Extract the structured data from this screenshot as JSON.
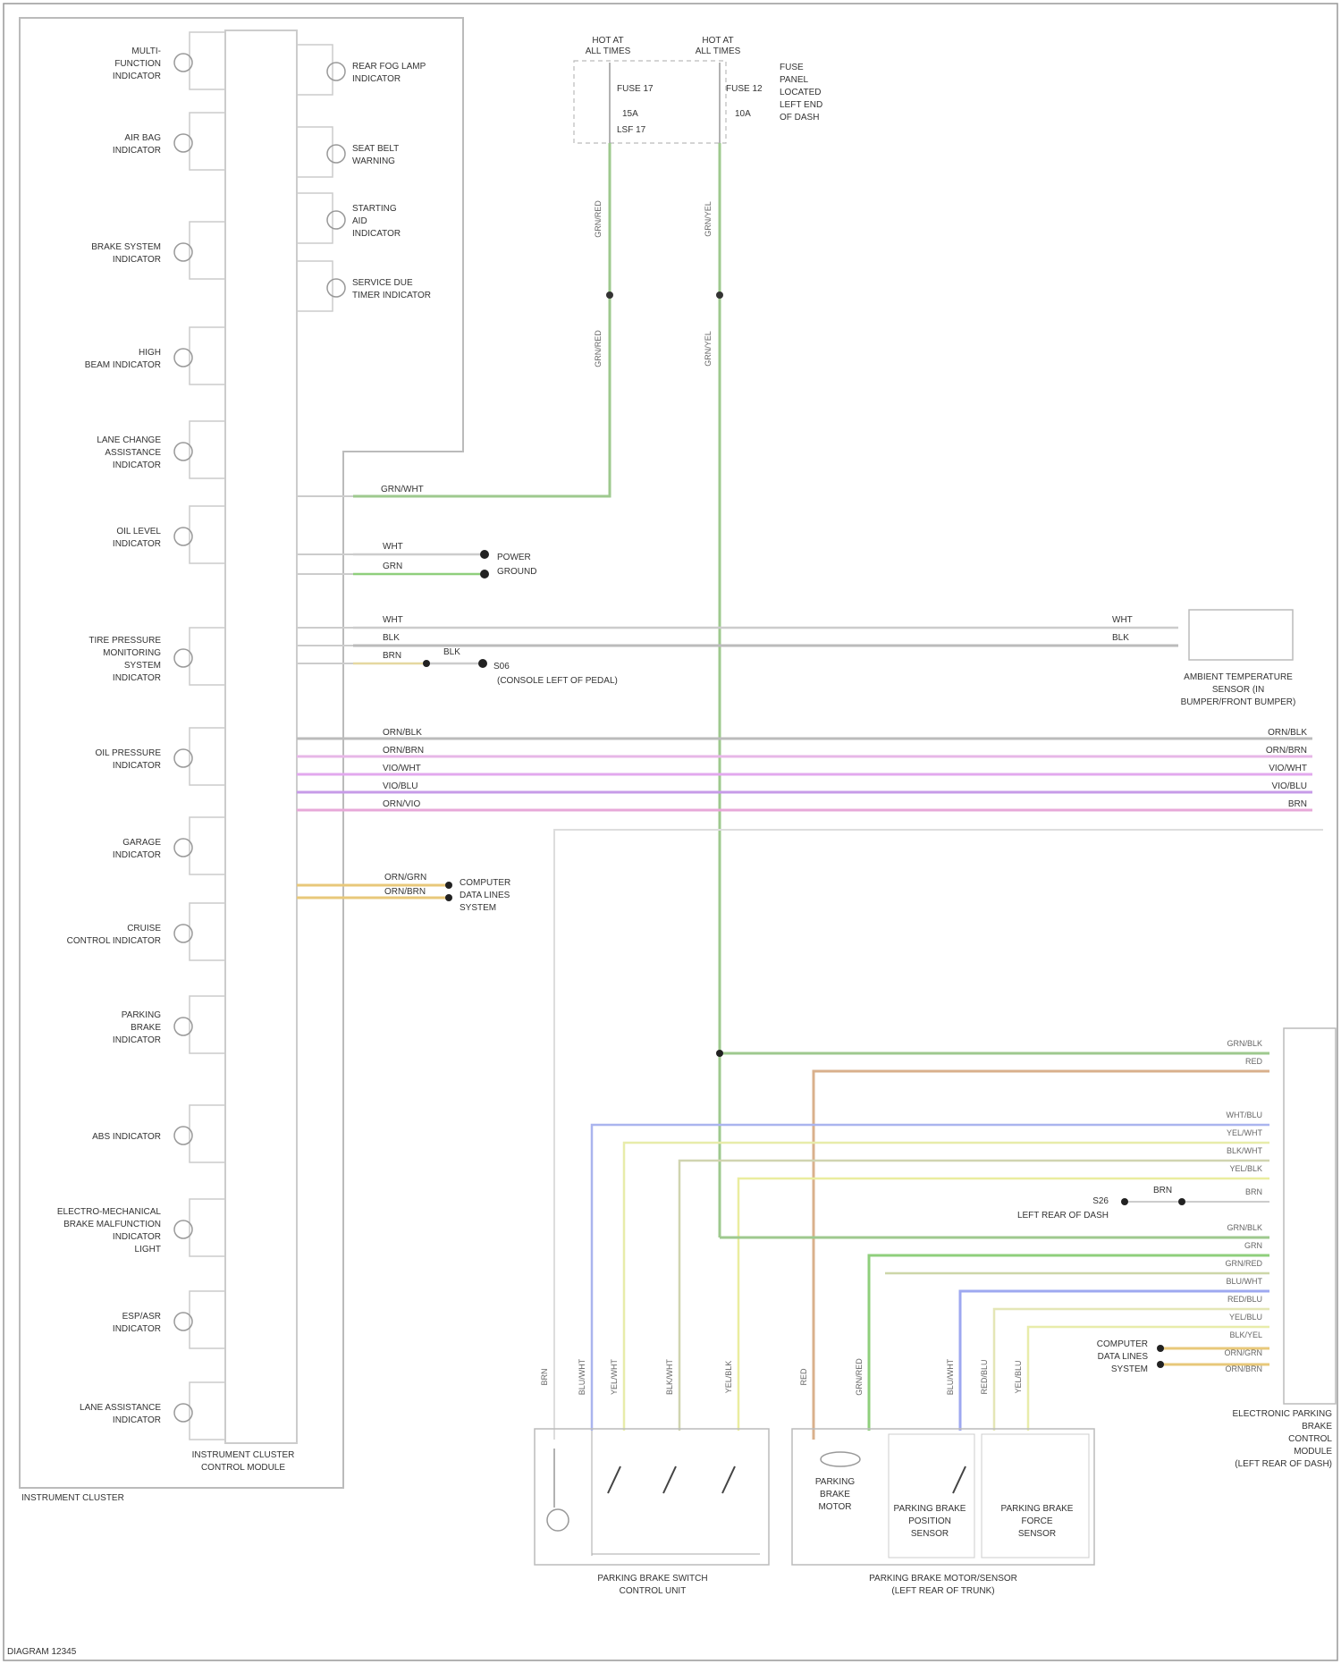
{
  "cluster": {
    "name": "INSTRUMENT CLUSTER",
    "module_label": [
      "INSTRUMENT CLUSTER",
      "CONTROL MODULE"
    ],
    "left_indicators": [
      [
        "MULTI-",
        "FUNCTION",
        "INDICATOR"
      ],
      [
        "AIR BAG",
        "INDICATOR"
      ],
      [
        "BRAKE SYSTEM",
        "INDICATOR"
      ],
      [
        "HIGH",
        "BEAM INDICATOR"
      ],
      [
        "LANE CHANGE",
        "ASSISTANCE",
        "INDICATOR"
      ],
      [
        "OIL LEVEL",
        "INDICATOR"
      ],
      [
        "TIRE PRESSURE",
        "MONITORING",
        "SYSTEM",
        "INDICATOR"
      ],
      [
        "OIL PRESSURE",
        "INDICATOR"
      ],
      [
        "GARAGE",
        "INDICATOR"
      ],
      [
        "CRUISE",
        "CONTROL INDICATOR"
      ],
      [
        "PARKING",
        "BRAKE",
        "INDICATOR"
      ],
      [
        "ABS INDICATOR"
      ],
      [
        "ELECTRO-MECHANICAL",
        "BRAKE MALFUNCTION",
        "INDICATOR",
        "LIGHT"
      ],
      [
        "ESP/ASR",
        "INDICATOR"
      ],
      [
        "LANE ASSISTANCE",
        "INDICATOR"
      ]
    ],
    "right_indicators": [
      [
        "REAR FOG LAMP",
        "INDICATOR"
      ],
      [
        "SEAT BELT",
        "WARNING"
      ],
      [
        "STARTING",
        "AID",
        "INDICATOR"
      ],
      [
        "SERVICE DUE",
        "TIMER INDICATOR"
      ]
    ]
  },
  "fuses": {
    "left": {
      "header": [
        "HOT AT",
        "ALL TIMES"
      ],
      "rows": [
        "FUSE 17",
        "15A",
        "LSF 17"
      ]
    },
    "right": {
      "header": [
        "HOT AT",
        "ALL TIMES"
      ],
      "rows": [
        "FUSE 12",
        "10A"
      ],
      "box_label": [
        "FUSE",
        "PANEL",
        "LOCATED",
        "LEFT END",
        "OF DASH"
      ]
    },
    "wire_tags": [
      "GRN/RED",
      "GRN/YEL",
      "GRN/RED",
      "GRN/YEL"
    ]
  },
  "connectors": {
    "cluster_feed": "GRN/WHT",
    "ground_pair": [
      "WHT",
      "GRN"
    ],
    "ground_label": [
      "POWER",
      "GROUND"
    ],
    "sensor_wires": [
      "WHT",
      "BLK",
      "BRN"
    ],
    "splice_wire": "BLK",
    "splice_tag": "S06",
    "splice_label": "(CONSOLE LEFT OF PEDAL)",
    "sensor_right_wires": [
      "WHT",
      "BLK"
    ],
    "sensor": [
      "AMBIENT TEMPERATURE",
      "SENSOR (IN",
      "BUMPER/FRONT BUMPER)"
    ],
    "bus_wires": [
      "ORN/BLK",
      "ORN/BRN",
      "VIO/WHT",
      "VIO/BLU",
      "ORN/VIO"
    ],
    "bus_right": [
      "ORN/BLK",
      "ORN/BRN",
      "VIO/WHT",
      "VIO/BLU",
      "BRN"
    ],
    "data_pair": [
      "ORN/GRN",
      "ORN/BRN"
    ],
    "data_label": [
      "COMPUTER",
      "DATA LINES",
      "SYSTEM"
    ]
  },
  "module_right": {
    "label": [
      "ELECTRONIC PARKING",
      "BRAKE",
      "CONTROL",
      "MODULE",
      "(LEFT REAR OF DASH)"
    ],
    "wires": [
      "GRN/BLK",
      "RED",
      "WHT/BLU",
      "YEL/WHT",
      "BLK/WHT",
      "YEL/BLK",
      "BRN",
      "GRN/BLK",
      "GRN",
      "GRN/RED",
      "BLU/WHT",
      "RED/BLU",
      "YEL/BLU",
      "BLK/YEL",
      "ORN/GRN",
      "ORN/BRN"
    ],
    "ground_tag": "S26",
    "ground_wire": "BRN",
    "ground_label": "LEFT REAR OF DASH"
  },
  "switch_unit": {
    "label": [
      "PARKING BRAKE SWITCH",
      "CONTROL UNIT"
    ],
    "wire_tags": [
      "BRN",
      "BLU/WHT",
      "YEL/WHT",
      "BLK/WHT",
      "YEL/BLK"
    ]
  },
  "motor_unit": {
    "label": [
      "PARKING BRAKE MOTOR/SENSOR",
      "(LEFT REAR OF TRUNK)"
    ],
    "motor": [
      "PARKING",
      "BRAKE",
      "MOTOR"
    ],
    "sensor_a": [
      "PARKING BRAKE",
      "POSITION",
      "SENSOR"
    ],
    "sensor_b": [
      "PARKING BRAKE",
      "FORCE",
      "SENSOR"
    ],
    "wire_tags": [
      "RED",
      "GRN/RED",
      "BLU/WHT",
      "RED/BLU",
      "YEL/BLU"
    ]
  },
  "footer_code": "DIAGRAM 12345"
}
